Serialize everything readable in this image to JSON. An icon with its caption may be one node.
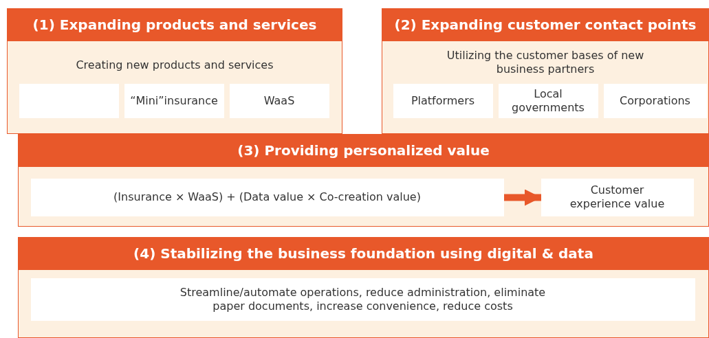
{
  "diagram": {
    "nodes": [
      {
        "text": [
          "(1) Expanding products and services",
          "Creating new products and services"
        ]
      },
      {
        "text": [],
        "shape": "box",
        "in": 0
      },
      {
        "text": [
          "“Mini”insurance"
        ],
        "in": 0
      },
      {
        "text": [
          "WaaS"
        ],
        "in": 0
      },
      {
        "text": [
          "(2) Expanding customer contact points",
          "Utilizing the customer bases of new business partners"
        ]
      },
      {
        "text": [
          "Platformers"
        ],
        "in": 4
      },
      {
        "text": [
          "Local governments"
        ],
        "in": 4
      },
      {
        "text": [
          "Corporations"
        ],
        "in": 4
      },
      {
        "text": [
          "(3) Providing personalized value"
        ]
      },
      {
        "text": [
          "(Insurance × WaaS) + (Data value × Co-creation value)"
        ],
        "in": 8
      },
      {
        "text": [
          "Customer experience value"
        ],
        "in": 8
      },
      {
        "text": [
          "(4) Stabilizing the business foundation using digital & data"
        ]
      },
      {
        "text": [
          "Streamline/automate operations, reduce administration, eliminate paper documents, increase convenience, reduce costs"
        ],
        "in": 11
      }
    ],
    "edges": [
      {
        "from": 9,
        "to": 10,
        "arrow": "to"
      }
    ]
  }
}
